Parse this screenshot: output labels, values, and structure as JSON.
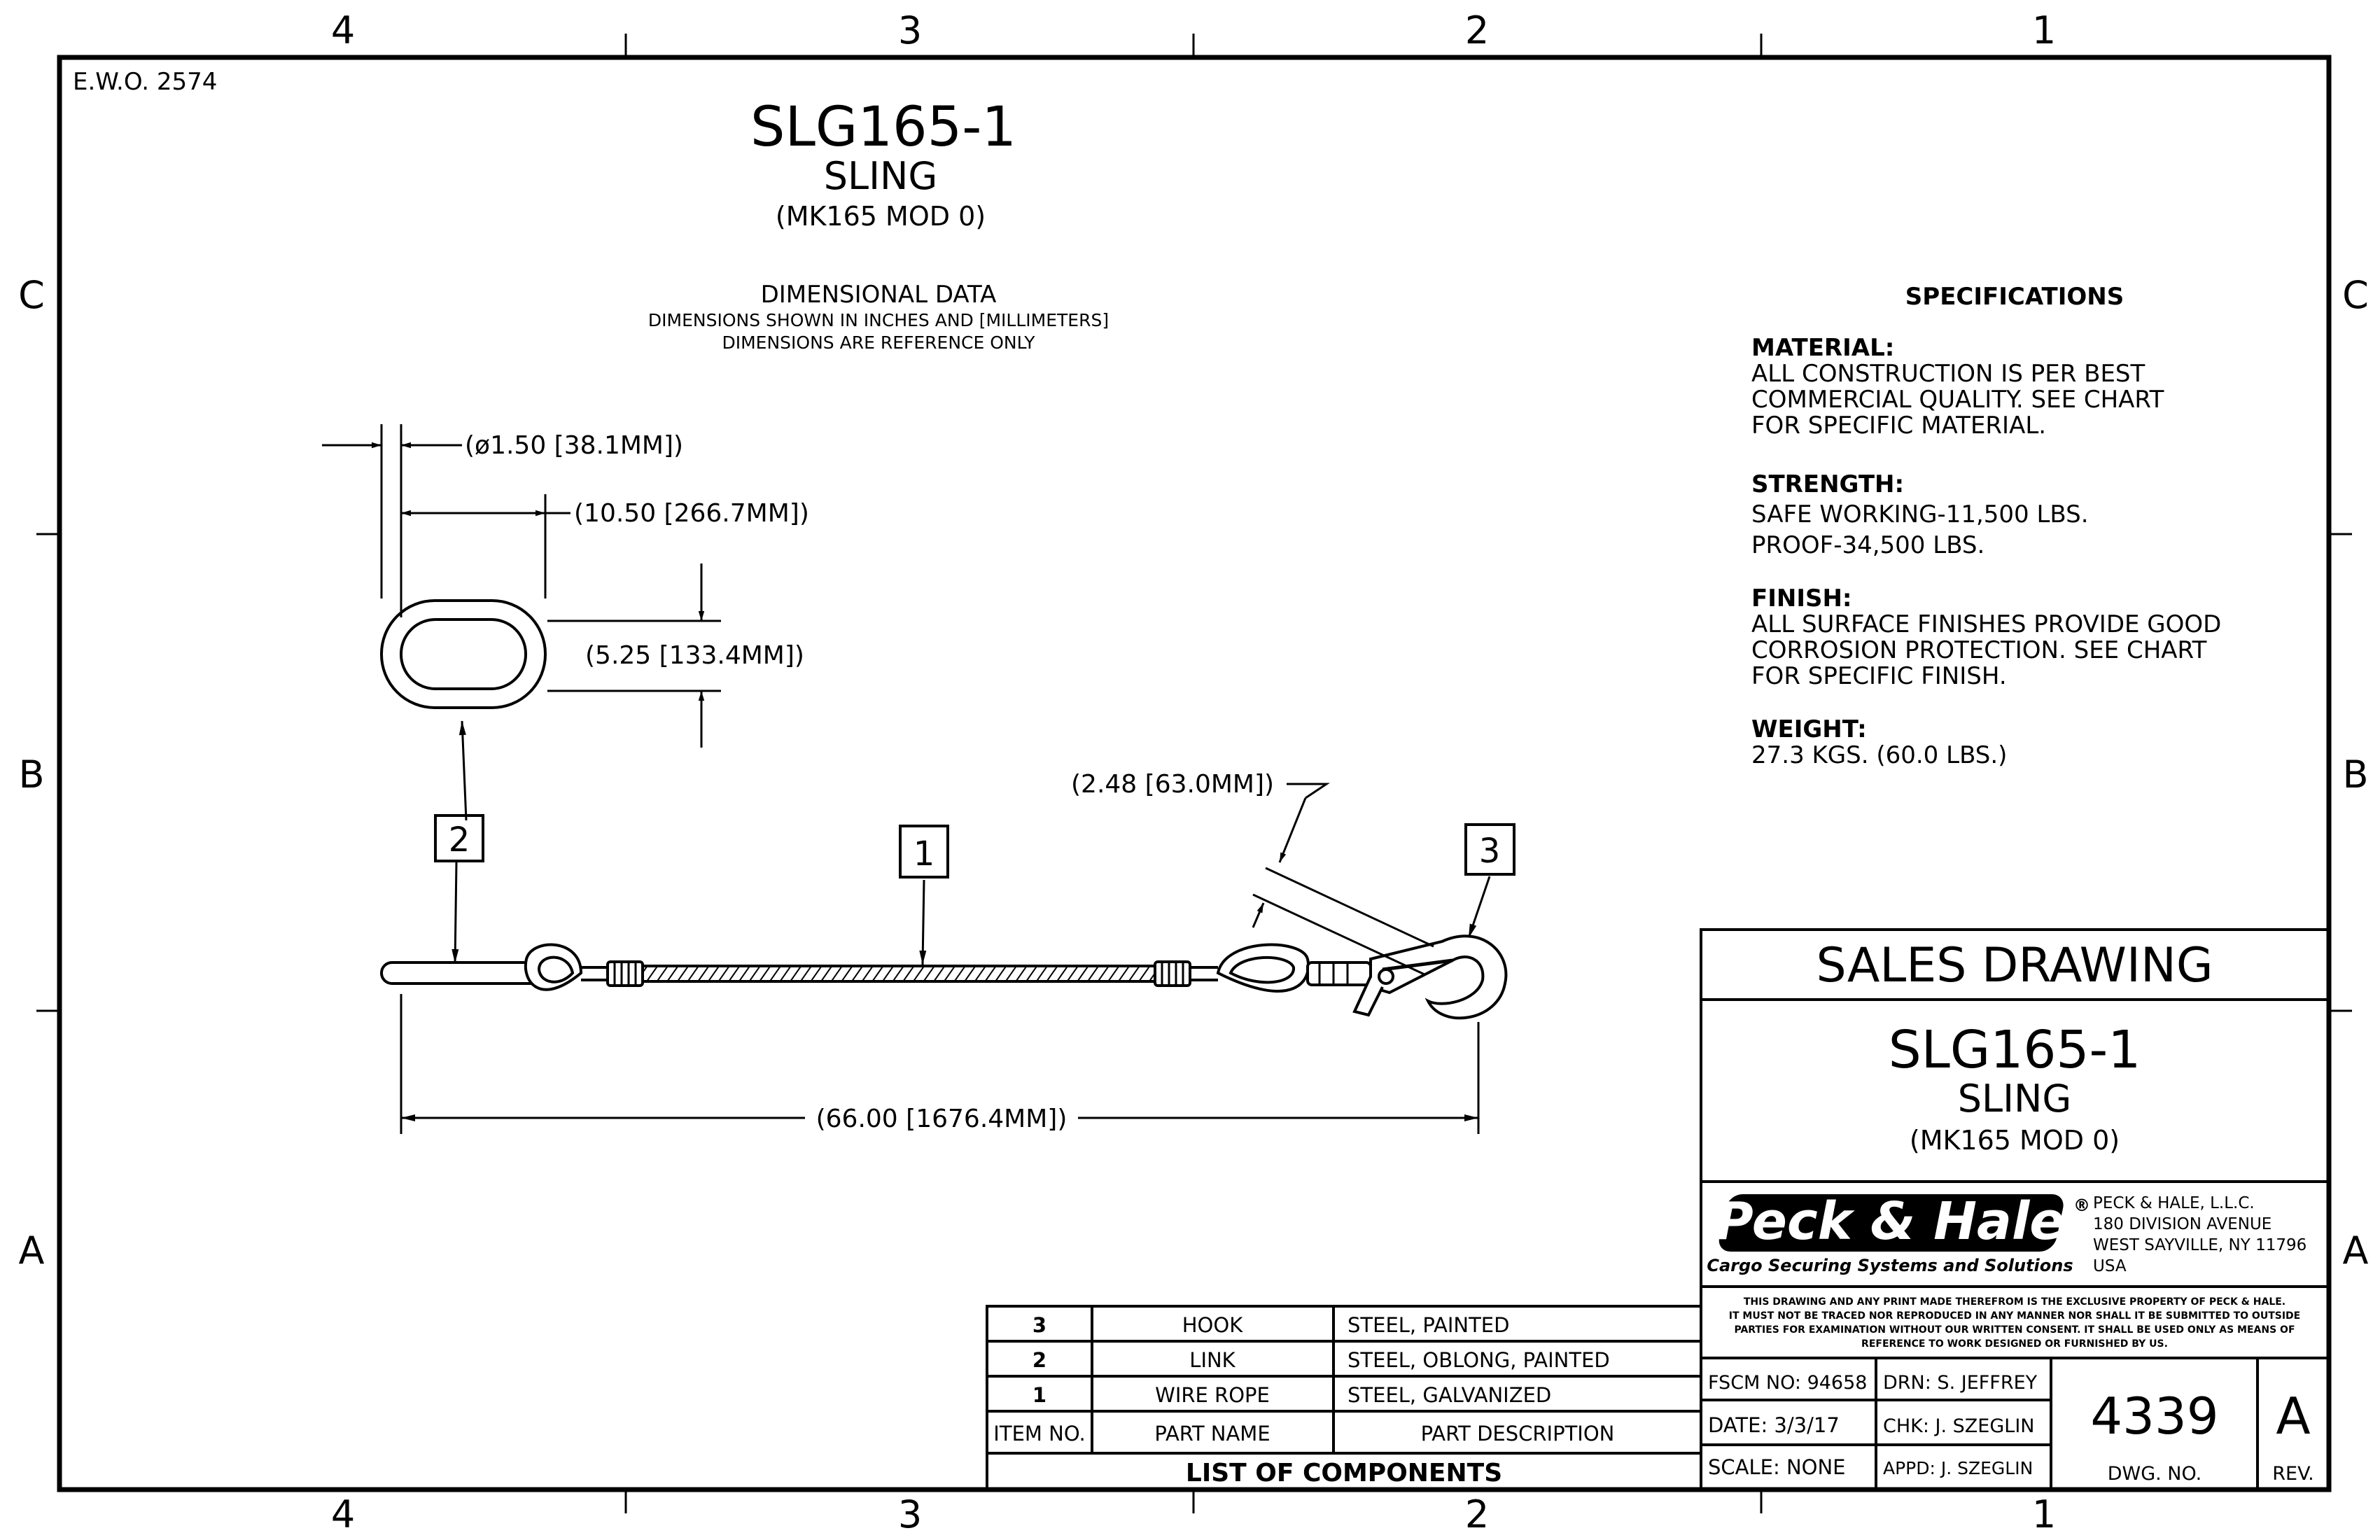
{
  "zones": {
    "columns": [
      "4",
      "3",
      "2",
      "1"
    ],
    "rows": [
      "C",
      "B",
      "A"
    ]
  },
  "ewo": "E.W.O. 2574",
  "header": {
    "part_number": "SLG165-1",
    "part_name": "SLING",
    "designation": "(MK165 MOD 0)"
  },
  "dimensional_data": {
    "title": "DIMENSIONAL DATA",
    "note1": "DIMENSIONS SHOWN IN INCHES AND [MILLIMETERS]",
    "note2": "DIMENSIONS ARE REFERENCE ONLY"
  },
  "dimensions": {
    "link_diameter": "(ø1.50 [38.1MM])",
    "link_length": "(10.50 [266.7MM])",
    "link_width": "(5.25 [133.4MM])",
    "hook_opening": "(2.48 [63.0MM])",
    "overall_length": "(66.00 [1676.4MM])"
  },
  "balloons": [
    "1",
    "2",
    "3"
  ],
  "specifications": {
    "title": "SPECIFICATIONS",
    "material_heading": "MATERIAL:",
    "material_lines": [
      "ALL CONSTRUCTION IS PER BEST",
      "COMMERCIAL QUALITY. SEE CHART",
      "FOR SPECIFIC MATERIAL."
    ],
    "strength_heading": "STRENGTH:",
    "strength_lines": [
      "SAFE WORKING-11,500 LBS.",
      "PROOF-34,500 LBS."
    ],
    "finish_heading": "FINISH:",
    "finish_lines": [
      "ALL SURFACE FINISHES PROVIDE GOOD",
      "CORROSION PROTECTION. SEE CHART",
      "FOR SPECIFIC FINISH."
    ],
    "weight_heading": "WEIGHT:",
    "weight_lines": [
      "27.3 KGS. (60.0 LBS.)"
    ]
  },
  "title_block": {
    "drawing_type": "SALES DRAWING",
    "part_number": "SLG165-1",
    "part_name": "SLING",
    "designation": "(MK165 MOD 0)",
    "logo_text": "Peck & Hale",
    "registered": "®",
    "tagline": "Cargo Securing Systems and Solutions",
    "company_lines": [
      "PECK & HALE, L.L.C.",
      "180 DIVISION AVENUE",
      "WEST SAYVILLE, NY 11796",
      "USA"
    ],
    "notice_lines": [
      "THIS DRAWING AND ANY PRINT MADE THEREFROM IS THE EXCLUSIVE PROPERTY OF PECK & HALE.",
      "IT MUST NOT BE TRACED NOR REPRODUCED IN ANY MANNER NOR SHALL IT BE SUBMITTED TO OUTSIDE",
      "PARTIES FOR EXAMINATION WITHOUT OUR WRITTEN CONSENT.  IT SHALL BE USED ONLY AS MEANS OF",
      "REFERENCE TO WORK DESIGNED OR FURNISHED BY US."
    ],
    "fscm": "FSCM NO: 94658",
    "date": "DATE: 3/3/17",
    "scale": "SCALE: NONE",
    "drawn": "DRN: S. JEFFREY",
    "checked": "CHK: J. SZEGLIN",
    "approved": "APPD: J. SZEGLIN",
    "drawing_number": "4339",
    "drawing_number_label": "DWG. NO.",
    "revision": "A",
    "revision_label": "REV."
  },
  "components": {
    "title": "LIST OF COMPONENTS",
    "headers": [
      "ITEM NO.",
      "PART NAME",
      "PART DESCRIPTION"
    ],
    "rows": [
      [
        "3",
        "HOOK",
        "STEEL, PAINTED"
      ],
      [
        "2",
        "LINK",
        "STEEL, OBLONG, PAINTED"
      ],
      [
        "1",
        "WIRE ROPE",
        "STEEL, GALVANIZED"
      ]
    ]
  }
}
